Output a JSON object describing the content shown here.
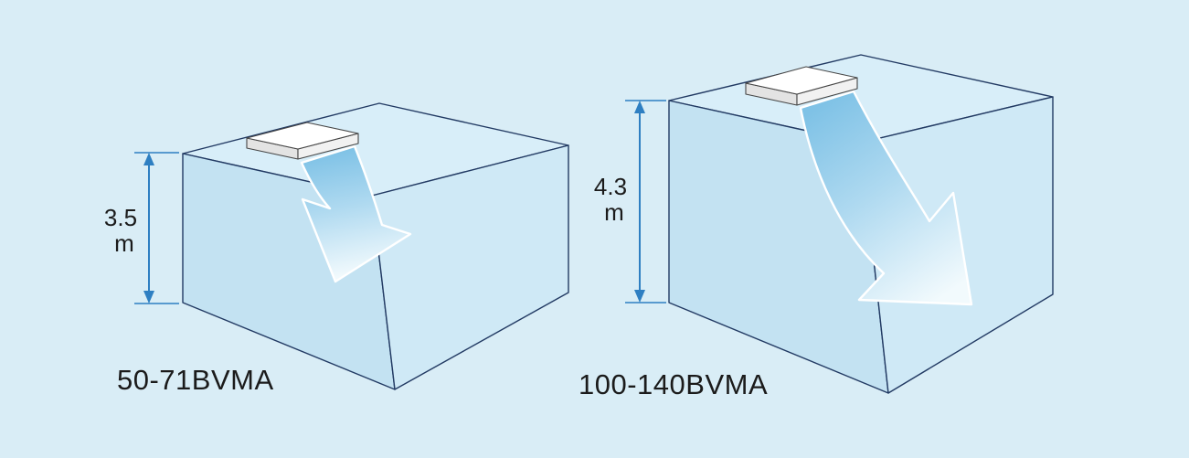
{
  "diagrams": [
    {
      "model_label": "50-71BVMA",
      "ceiling_height": {
        "value": "3.5",
        "unit": "m"
      }
    },
    {
      "model_label": "100-140BVMA",
      "ceiling_height": {
        "value": "4.3",
        "unit": "m"
      }
    }
  ],
  "colors": {
    "background": "#d9edf6",
    "box_line": "#223a63",
    "face_top": "#d8eef9",
    "face_left": "#c3e2f2",
    "face_right": "#cfe9f6",
    "flow_start": "#7fc2e6",
    "flow_mid": "#aed9f0",
    "flow_end": "#f2fafd",
    "flow_outline": "#ffffff",
    "dimension_blue": "#2e7fc2",
    "unit_top": "#ffffff",
    "unit_side_left": "#e3e3e3",
    "unit_side_right": "#f1f1f1",
    "unit_line": "#454545",
    "text_dark": "#1b1b1b"
  }
}
